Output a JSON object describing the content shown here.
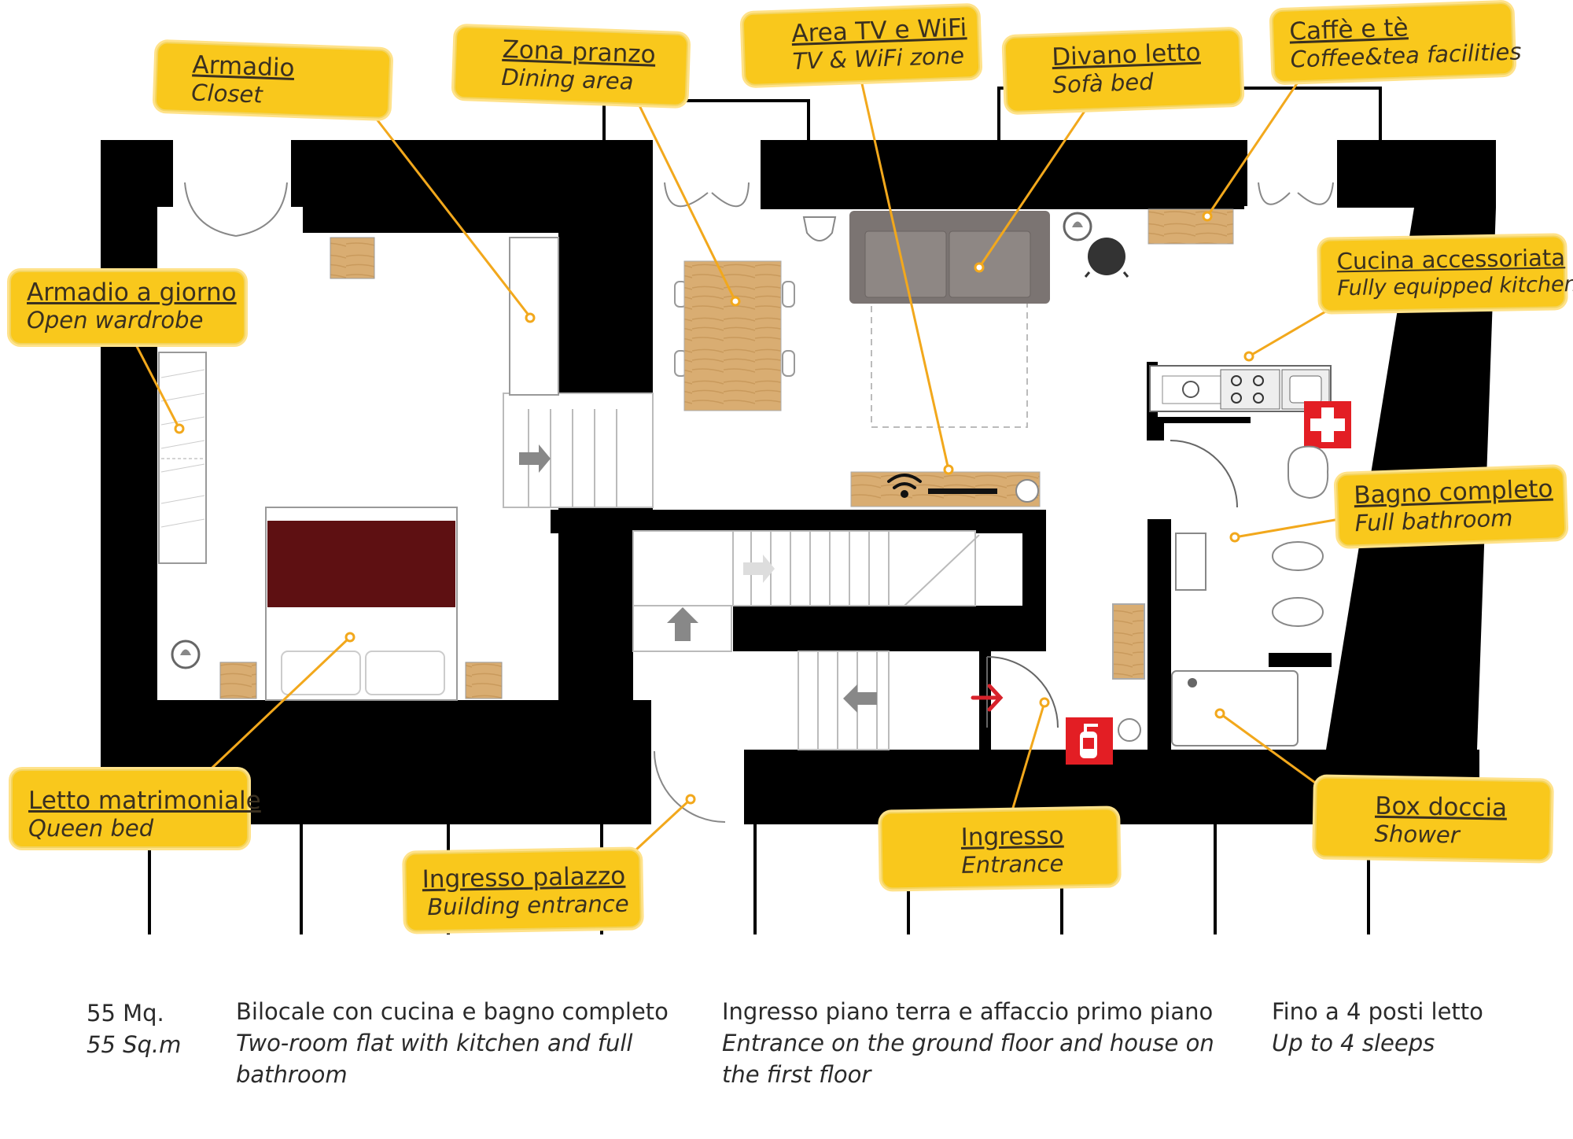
{
  "labels": {
    "armadio": {
      "it": "Armadio",
      "en": "Closet"
    },
    "zona_pranzo": {
      "it": "Zona pranzo",
      "en": "Dining area"
    },
    "area_tv": {
      "it": "Area TV e WiFi",
      "en": "TV & WiFi zone"
    },
    "divano": {
      "it": "Divano letto",
      "en": "Sofà bed"
    },
    "caffe": {
      "it": "Caffè e tè",
      "en": "Coffee&tea facilities"
    },
    "armadio_giorno": {
      "it": "Armadio a giorno",
      "en": "Open wardrobe"
    },
    "cucina": {
      "it": "Cucina accessoriata",
      "en": "Fully equipped kitchen"
    },
    "bagno": {
      "it": "Bagno completo",
      "en": "Full bathroom"
    },
    "letto": {
      "it": "Letto matrimoniale",
      "en": "Queen bed"
    },
    "ingresso_palazzo": {
      "it": "Ingresso  palazzo",
      "en": "Building entrance"
    },
    "ingresso": {
      "it": "Ingresso",
      "en": "Entrance"
    },
    "doccia": {
      "it": "Box doccia",
      "en": "Shower"
    }
  },
  "footer": {
    "area": {
      "it": "55 Mq.",
      "en": "55 Sq.m"
    },
    "type": {
      "it": "Bilocale con cucina e bagno completo",
      "en": "Two-room flat with kitchen and full bathroom"
    },
    "access": {
      "it": "Ingresso piano terra e affaccio primo piano",
      "en": "Entrance on the ground floor and house on the first floor"
    },
    "sleeps": {
      "it": "Fino a 4 posti letto",
      "en": "Up to 4 sleeps"
    }
  },
  "icons": [
    "wifi-icon",
    "first-aid-icon",
    "fire-extinguisher-icon",
    "entrance-arrow-icon",
    "stairs-arrow-icon",
    "lamp-icon"
  ],
  "colors": {
    "callout": "#F9C81C",
    "leader_line": "#F2A81C",
    "wall": "#000000",
    "bed_cover": "#5E1012",
    "sofa": "#7B7472",
    "wood": "#D9AD72",
    "alert_red": "#E31E24"
  }
}
